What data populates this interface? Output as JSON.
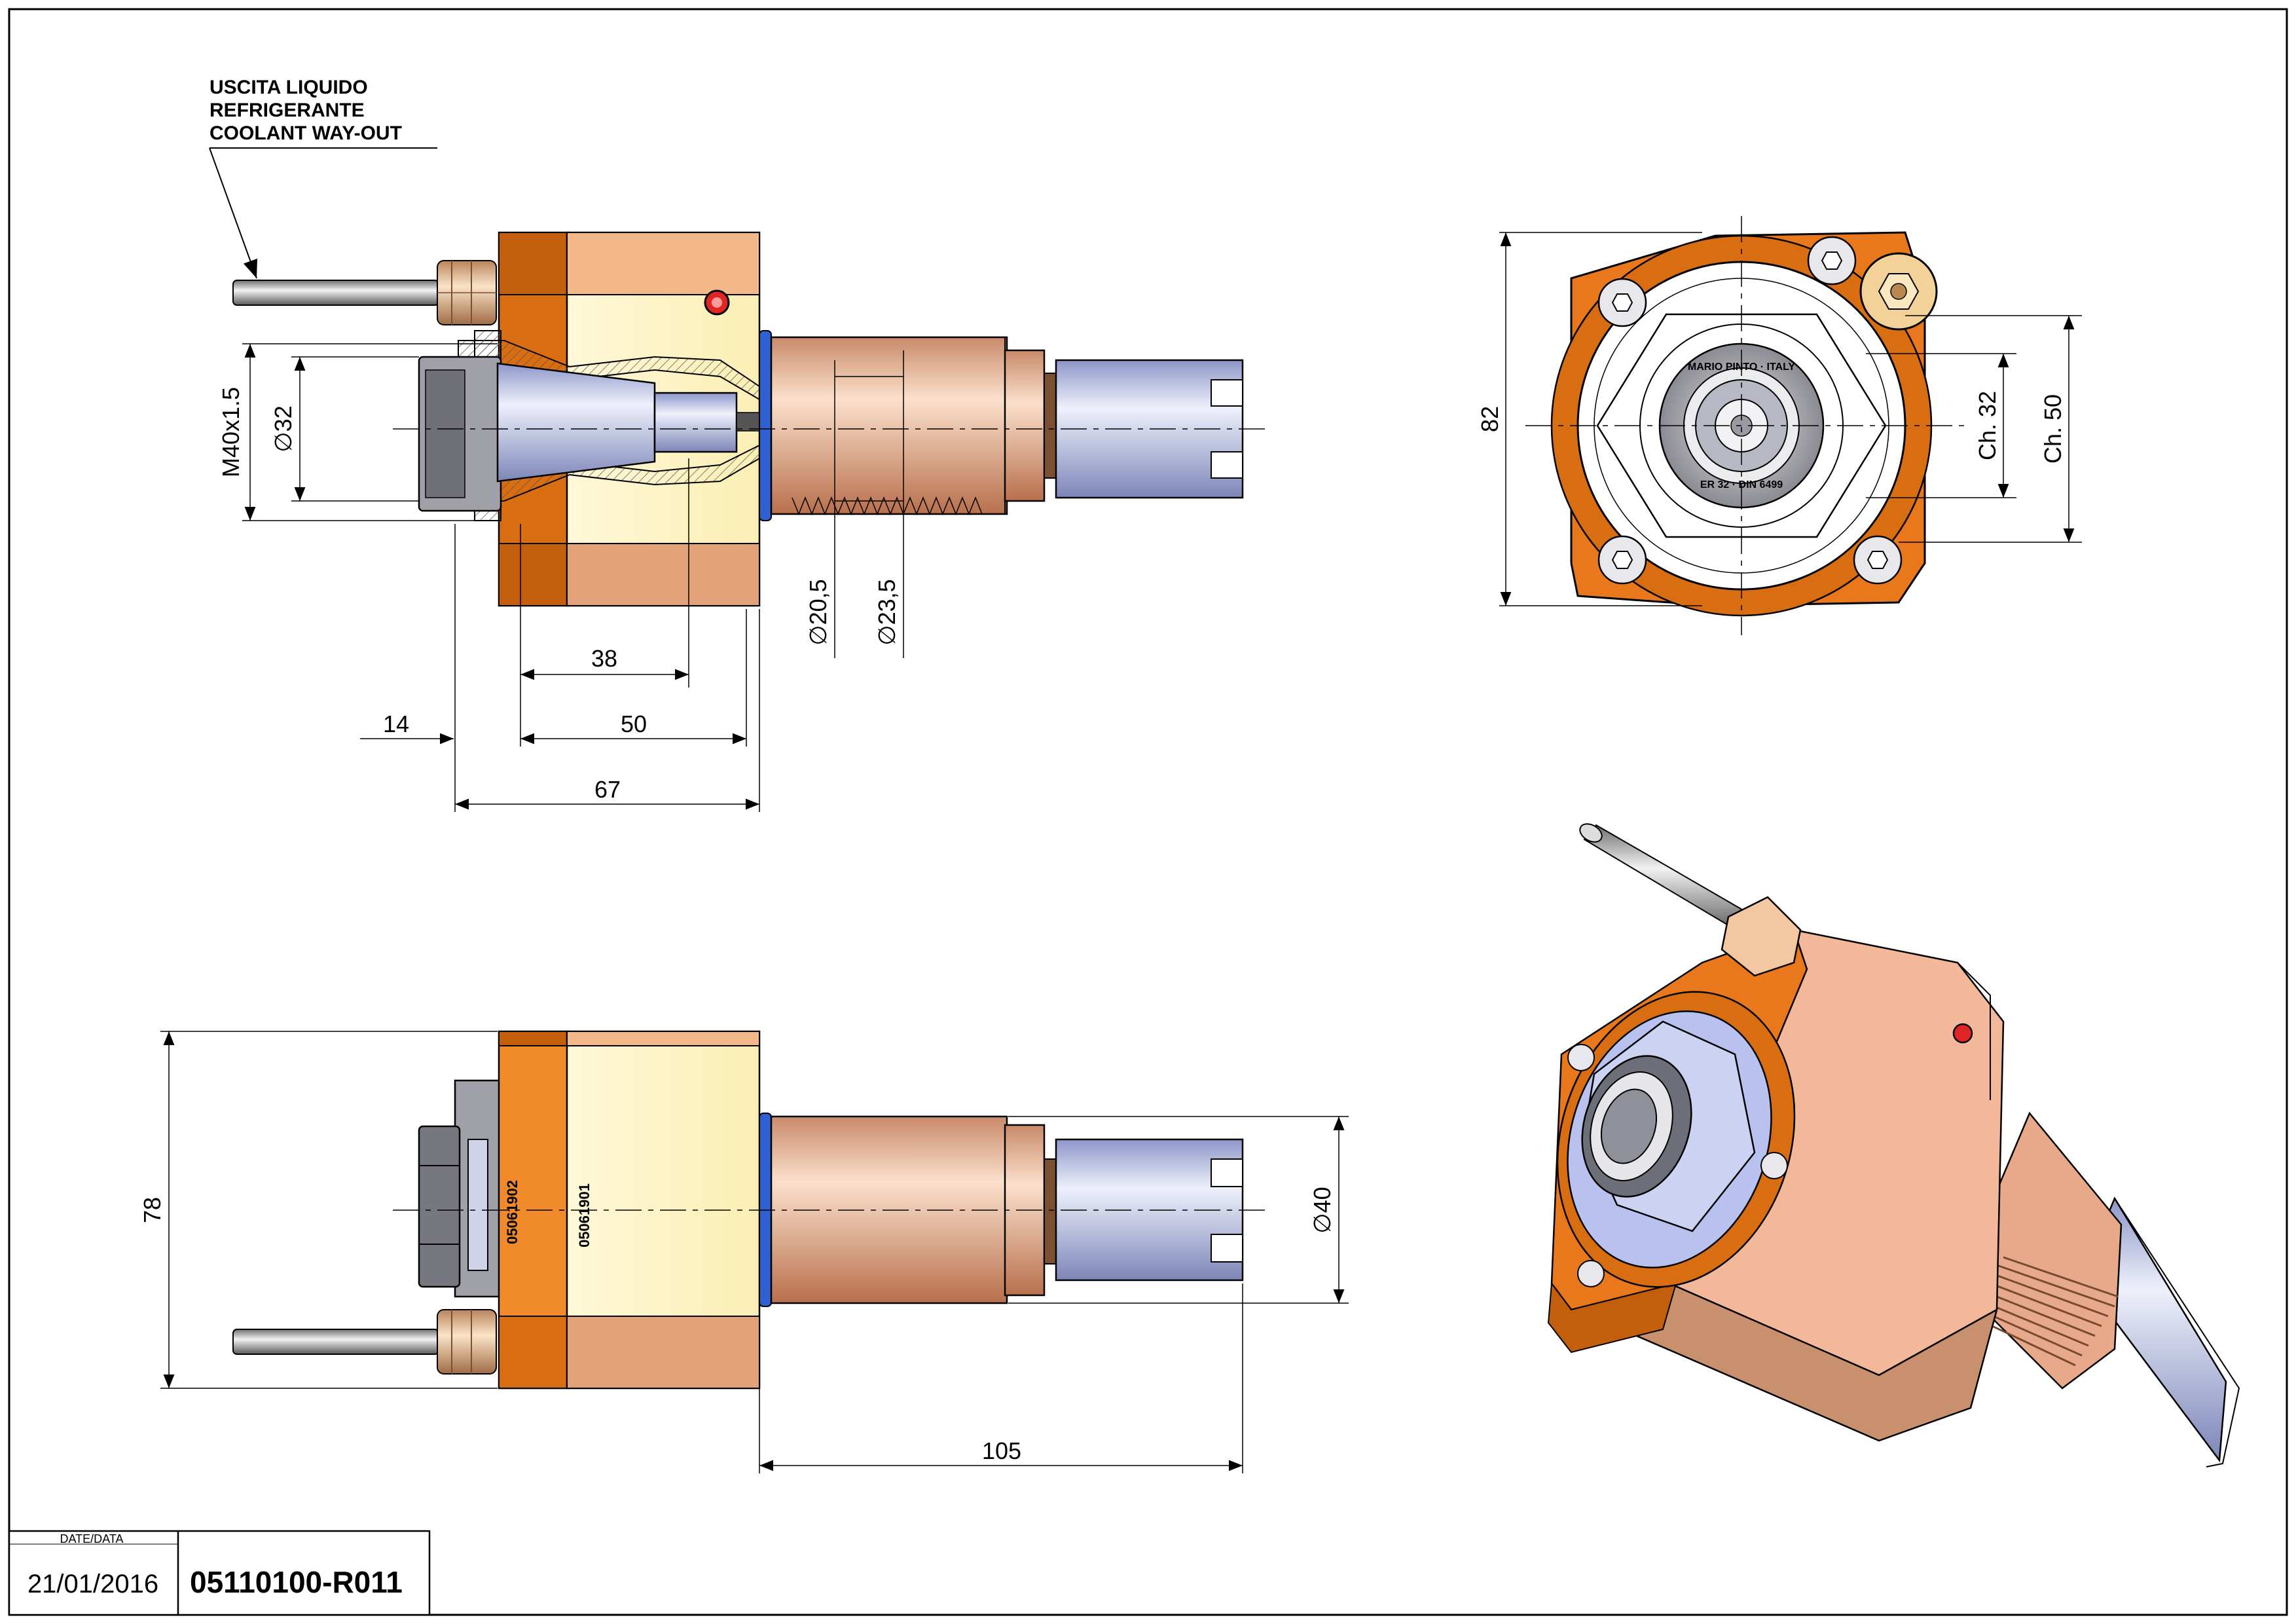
{
  "callout": {
    "line1": "USCITA LIQUIDO",
    "line2": "REFRIGERANTE",
    "line3": "COOLANT WAY-OUT"
  },
  "dimensions": {
    "m40": "M40x1.5",
    "d32": "∅32",
    "d20_5": "∅20,5",
    "d23_5": "∅23,5",
    "d38": "38",
    "d14": "14",
    "d50": "50",
    "d67": "67",
    "d82": "82",
    "ch32": "Ch. 32",
    "ch50": "Ch. 50",
    "d78": "78",
    "d40": "∅40",
    "d105": "105"
  },
  "part_numbers": {
    "p1": "05061902",
    "p2": "05061901"
  },
  "nut_text": {
    "top": "MARIO PINTO · ITALY",
    "bottom": "ER 32 · DIN 6499"
  },
  "title_block": {
    "date_label": "DATE/DATA",
    "date": "21/01/2016",
    "code": "05110100-R011"
  },
  "colors": {
    "orange": "#f08a2a",
    "dark_orange": "#d96d12",
    "cream": "#fdf6c8",
    "copper": "#e6a47e",
    "steel": "#aab4e0",
    "line": "#000000"
  }
}
